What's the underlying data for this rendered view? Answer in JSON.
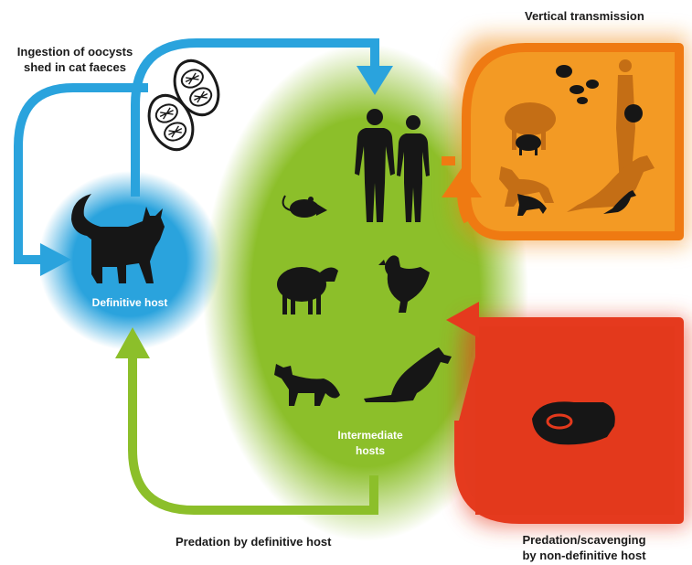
{
  "labels": {
    "ingestion_line1": "Ingestion of oocysts",
    "ingestion_line2": "shed in cat faeces",
    "vertical": "Vertical transmission",
    "definitive_host": "Definitive host",
    "intermediate_line1": "Intermediate",
    "intermediate_line2": "hosts",
    "predation_definitive": "Predation by definitive host",
    "predation_nondef_line1": "Predation/scavenging",
    "predation_nondef_line2": "by non-definitive host"
  },
  "colors": {
    "blue": "#2aa3dd",
    "green": "#8cbf2a",
    "orange": "#ef7a12",
    "red": "#e53a1e",
    "silhouette": "#161616"
  },
  "icons": {
    "definitive": [
      "cat-icon"
    ],
    "intermediate": [
      "man-icon",
      "woman-icon",
      "rat-icon",
      "sheep-icon",
      "chicken-icon",
      "fox-icon",
      "kangaroo-icon"
    ],
    "vertical": [
      "mice-icon",
      "human-fetus-icon",
      "sheep-icon",
      "fox-icon",
      "kangaroo-icon"
    ],
    "predation": [
      "steak-icon"
    ],
    "oocysts": [
      "oocyst-icon",
      "oocyst-icon"
    ]
  }
}
